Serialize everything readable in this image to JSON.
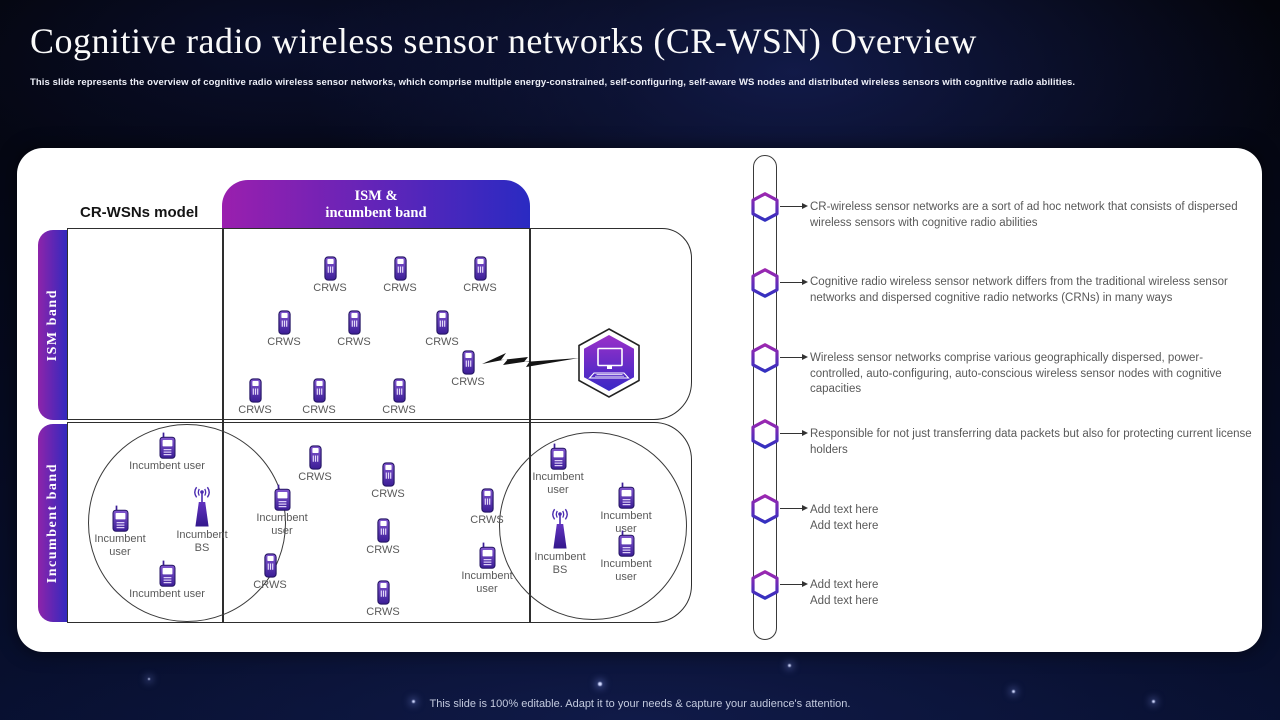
{
  "slide": {
    "title": "Cognitive radio wireless sensor networks (CR-WSN) Overview",
    "subtitle": "This slide represents the overview of cognitive radio wireless sensor networks, which comprise multiple energy-constrained, self-configuring, self-aware WS nodes and distributed wireless sensors with cognitive radio abilities.",
    "footer": "This slide is 100% editable. Adapt it to your needs & capture your audience's attention."
  },
  "diagram": {
    "model_label": "CR-WSNs model",
    "header_tab": "ISM &\nincumbent band",
    "ism_band_label": "ISM band",
    "incumbent_band_label": "Incumbent band",
    "icons": {
      "device": "mobile-phone",
      "incumbent_device": "mobile-phone-with-antenna",
      "base_station": "antenna-tower",
      "hub": "computer-monitor-in-hexagon",
      "connector": "lightning-bolt"
    },
    "nodes": [
      {
        "type": "crws",
        "label": "CRWS"
      },
      {
        "type": "crws",
        "label": "CRWS"
      },
      {
        "type": "crws",
        "label": "CRWS"
      },
      {
        "type": "crws",
        "label": "CRWS"
      },
      {
        "type": "crws",
        "label": "CRWS"
      },
      {
        "type": "crws",
        "label": "CRWS"
      },
      {
        "type": "crws",
        "label": "CRWS"
      },
      {
        "type": "crws",
        "label": "CRWS"
      },
      {
        "type": "crws",
        "label": "CRWS"
      },
      {
        "type": "crws",
        "label": "CRWS"
      },
      {
        "type": "incumbent-user",
        "label": "Incumbent user"
      },
      {
        "type": "base-station",
        "label": "Incumbent\nBS"
      },
      {
        "type": "incumbent-user",
        "label": "Incumbent\nuser"
      },
      {
        "type": "incumbent-user",
        "label": "Incumbent user"
      },
      {
        "type": "crws",
        "label": "CRWS"
      },
      {
        "type": "incumbent-user",
        "label": "Incumbent\nuser"
      },
      {
        "type": "crws",
        "label": "CRWS"
      },
      {
        "type": "crws",
        "label": "CRWS"
      },
      {
        "type": "crws",
        "label": "CRWS"
      },
      {
        "type": "crws",
        "label": "CRWS"
      },
      {
        "type": "crws",
        "label": "CRWS"
      },
      {
        "type": "incumbent-user",
        "label": "Incumbent\nuser"
      },
      {
        "type": "incumbent-user",
        "label": "Incumbent\nuser"
      },
      {
        "type": "incumbent-user",
        "label": "Incumbent\nuser"
      },
      {
        "type": "base-station",
        "label": "Incumbent\nBS"
      },
      {
        "type": "incumbent-user",
        "label": "Incumbent\nuser"
      }
    ]
  },
  "timeline": {
    "marker_icon": "hexagon",
    "arrow_icon": "right-arrow"
  },
  "bullets": [
    {
      "text": "CR-wireless sensor networks are a sort of ad hoc network that consists of dispersed wireless sensors with cognitive radio abilities"
    },
    {
      "text": "Cognitive radio wireless sensor network differs from the traditional wireless sensor networks and dispersed cognitive radio networks (CRNs) in many ways"
    },
    {
      "text": "Wireless sensor networks comprise various geographically dispersed, power-controlled, auto-configuring, auto-conscious wireless sensor nodes with cognitive capacities"
    },
    {
      "text": "Responsible for not just transferring data packets but also for protecting current license holders"
    },
    {
      "text": "Add text here\nAdd text here"
    },
    {
      "text": "Add text here\nAdd text here"
    }
  ],
  "colors": {
    "accent_purple": "#9C27B0",
    "accent_indigo": "#3230C0",
    "card_bg": "#FFFFFF",
    "page_bg": "#05070F",
    "diagram_label_text": "#595959",
    "bullet_text": "#595959"
  }
}
